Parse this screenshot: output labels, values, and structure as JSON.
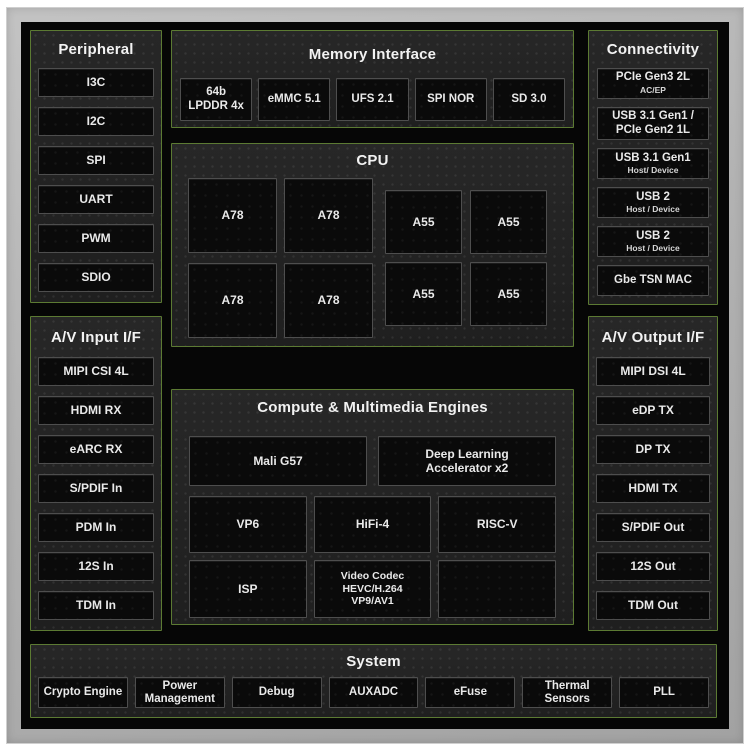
{
  "colors": {
    "panel_border_green": "#5c7a33",
    "frame_gray": "#b2b2b2",
    "chip_black": "#060606",
    "panel_bg": "#232323",
    "box_bg": "#0a0a0a",
    "box_border": "#4e4e4e",
    "title_text": "#f2f2f2",
    "label_text": "#e9e9e9"
  },
  "sections": {
    "peripheral": {
      "title": "Peripheral",
      "items": [
        {
          "label": "I3C"
        },
        {
          "label": "I2C"
        },
        {
          "label": "SPI"
        },
        {
          "label": "UART"
        },
        {
          "label": "PWM"
        },
        {
          "label": "SDIO"
        }
      ]
    },
    "memory": {
      "title": "Memory Interface",
      "items": [
        {
          "label": "64b\nLPDDR 4x"
        },
        {
          "label": "eMMC 5.1"
        },
        {
          "label": "UFS 2.1"
        },
        {
          "label": "SPI NOR"
        },
        {
          "label": "SD 3.0"
        }
      ]
    },
    "connectivity": {
      "title": "Connectivity",
      "items": [
        {
          "label": "PCIe Gen3 2L",
          "sub": "AC/EP"
        },
        {
          "label": "USB 3.1 Gen1 /\nPCIe Gen2 1L"
        },
        {
          "label": "USB 3.1 Gen1",
          "sub": "Host/ Device"
        },
        {
          "label": "USB 2",
          "sub": "Host / Device"
        },
        {
          "label": "USB 2",
          "sub": "Host / Device"
        },
        {
          "label": "Gbe TSN MAC"
        }
      ]
    },
    "cpu": {
      "title": "CPU",
      "a78": [
        "A78",
        "A78",
        "A78",
        "A78"
      ],
      "a55": [
        "A55",
        "A55",
        "A55",
        "A55"
      ]
    },
    "av_input": {
      "title": "A/V Input I/F",
      "items": [
        {
          "label": "MIPI CSI 4L"
        },
        {
          "label": "HDMI RX"
        },
        {
          "label": "eARC RX"
        },
        {
          "label": "S/PDIF In"
        },
        {
          "label": "PDM In"
        },
        {
          "label": "12S In"
        },
        {
          "label": "TDM In"
        }
      ]
    },
    "av_output": {
      "title": "A/V Output I/F",
      "items": [
        {
          "label": "MIPI DSI 4L"
        },
        {
          "label": "eDP TX"
        },
        {
          "label": "DP TX"
        },
        {
          "label": "HDMI TX"
        },
        {
          "label": "S/PDIF Out"
        },
        {
          "label": "12S Out"
        },
        {
          "label": "TDM Out"
        }
      ]
    },
    "compute": {
      "title": "Compute & Multimedia Engines",
      "row1": [
        {
          "label": "Mali G57"
        },
        {
          "label": "Deep Learning\nAccelerator x2"
        }
      ],
      "row2": [
        {
          "label": "VP6"
        },
        {
          "label": "HiFi-4"
        },
        {
          "label": "RISC-V"
        }
      ],
      "row3": [
        {
          "label": "ISP"
        },
        {
          "label": "Video Codec\nHEVC/H.264\nVP9/AV1"
        },
        {
          "label": ""
        }
      ]
    },
    "system": {
      "title": "System",
      "items": [
        {
          "label": "Crypto Engine"
        },
        {
          "label": "Power\nManagement"
        },
        {
          "label": "Debug"
        },
        {
          "label": "AUXADC"
        },
        {
          "label": "eFuse"
        },
        {
          "label": "Thermal\nSensors"
        },
        {
          "label": "PLL"
        }
      ]
    }
  }
}
